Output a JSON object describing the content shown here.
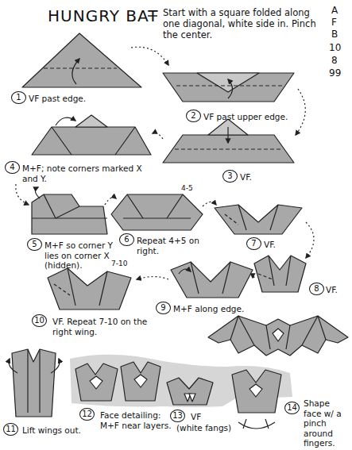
{
  "diagram": {
    "title": "HUNGRY BAT",
    "labels": [
      "Start with a square folded along one diagonal, white side in. Pinch the center.",
      "A",
      "F",
      "B",
      "10",
      "8",
      "99",
      "1",
      "VF past edge.",
      "2",
      "VF past upper edge.",
      "3",
      "VF.",
      "4",
      "M+F; note corners marked X and Y.",
      "5",
      "M+F so corner Y lies on corner X (hidden).",
      "4-5",
      "6",
      "Repeat 4+5 on right.",
      "7",
      "VF.",
      "8",
      "VF.",
      "9",
      "M+F along edge.",
      "7-10",
      "10",
      "VF. Repeat 7-10 on the right wing.",
      "11",
      "Lift wings out.",
      "12",
      "Face detailing: M+F near layers.",
      "13",
      "VF",
      "(white fangs)",
      "14",
      "Shape face w/ a pinch around fingers."
    ]
  }
}
